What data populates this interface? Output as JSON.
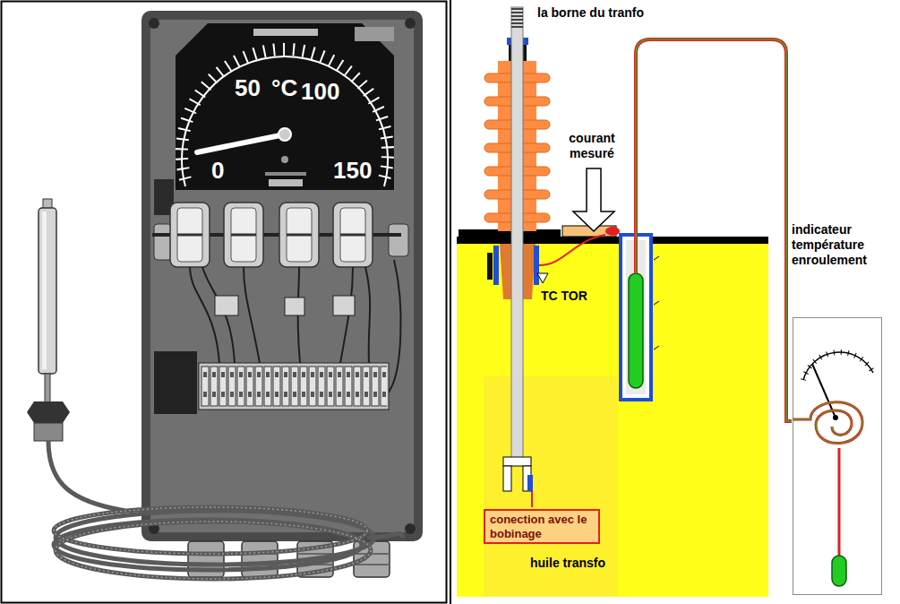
{
  "diagram": {
    "nodes": [
      {
        "text": [
          "conection avec le bobinage"
        ]
      },
      {
        "text": [
          "indicateur température enroulement"
        ]
      }
    ],
    "labels": [
      "50",
      "°C",
      "100",
      "0",
      "150",
      "la borne du tranfo",
      "courant mesuré",
      "TC TOR",
      "huile transfo"
    ]
  }
}
